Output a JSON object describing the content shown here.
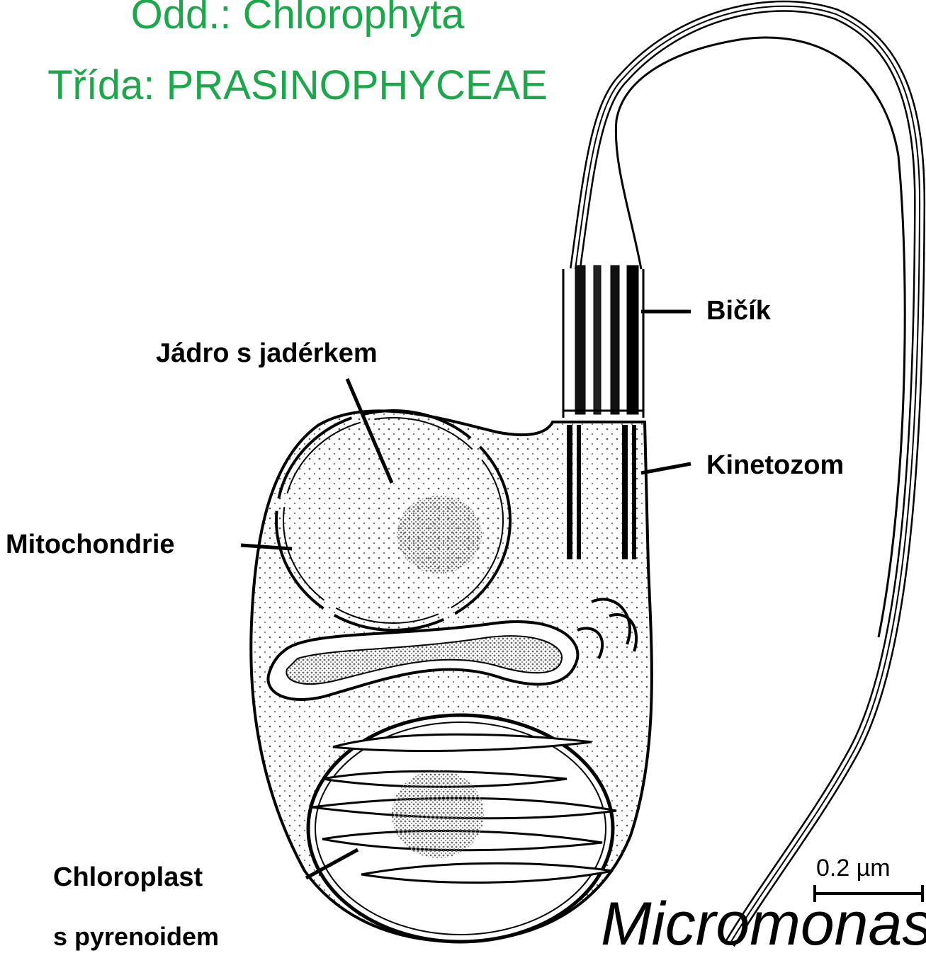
{
  "header": {
    "line1": "Odd.: Chlorophyta",
    "line2": "Třída: PRASINOPHYCEAE"
  },
  "labels": {
    "nucleus": "Jádro s jadérkem",
    "flagellum": "Bičík",
    "kinetosome": "Kinetozom",
    "mitochondrion": "Mitochondrie",
    "chloroplast": "Chloroplast",
    "pyrenoid": "s pyrenoidem"
  },
  "species": "Micromonas",
  "scale_bar": {
    "label": "0.2 µm"
  },
  "colors": {
    "heading": "#1aa84a",
    "ink": "#000000"
  }
}
